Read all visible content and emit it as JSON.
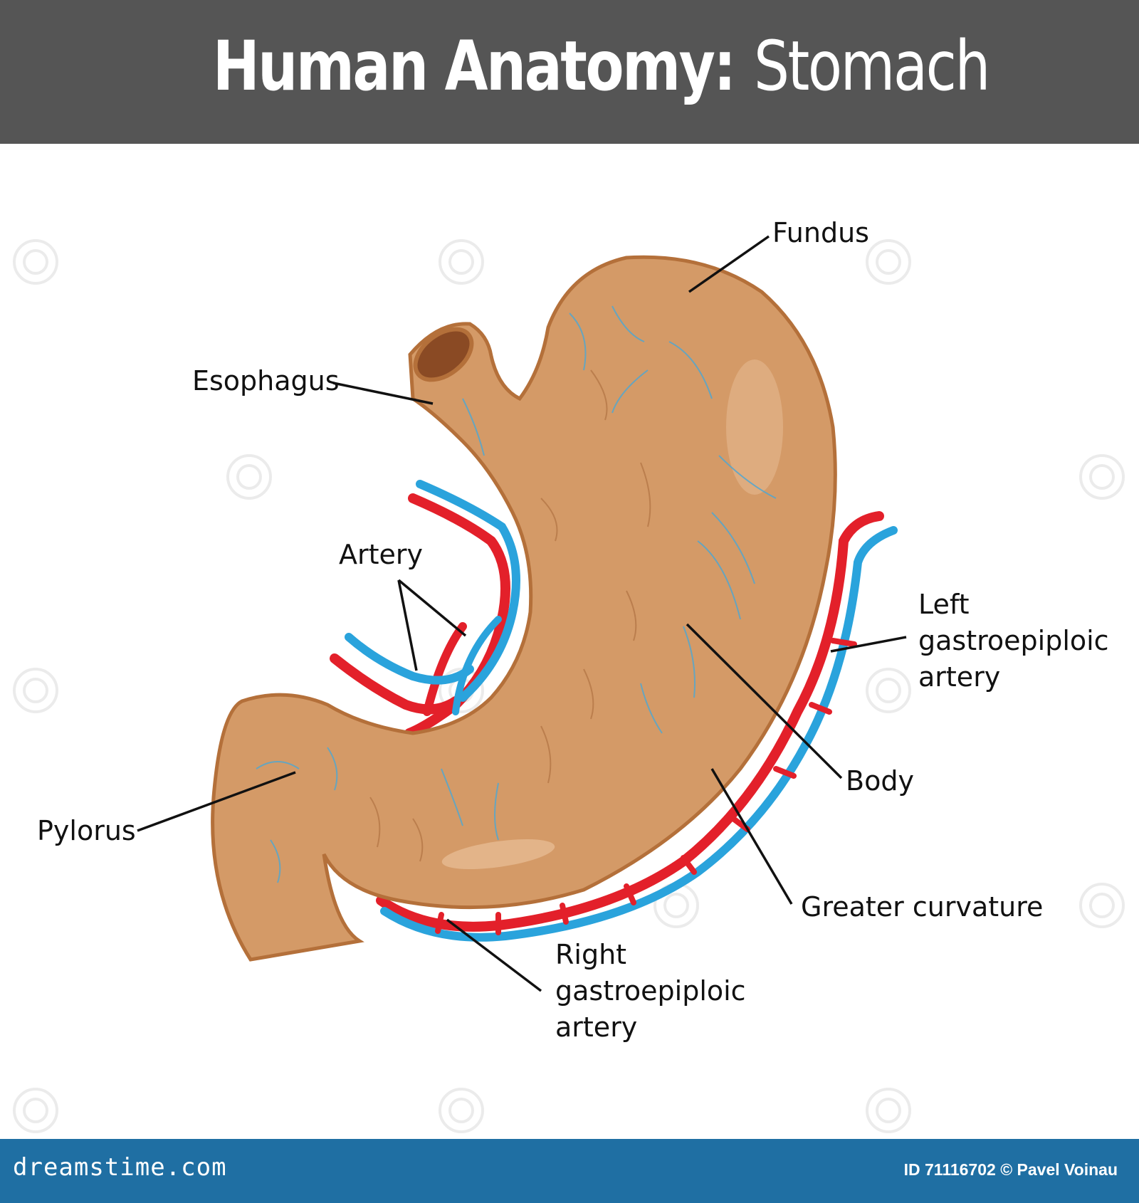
{
  "header": {
    "title_bold": "Human Anatomy:",
    "title_light": "Stomach",
    "background": "#555555"
  },
  "labels": {
    "fundus": "Fundus",
    "esophagus": "Esophagus",
    "artery": "Artery",
    "left_gastroepiploic_line1": "Left",
    "left_gastroepiploic_line2": "gastroepiploic",
    "left_gastroepiploic_line3": "artery",
    "body": "Body",
    "pylorus": "Pylorus",
    "greater_curvature": "Greater curvature",
    "right_gastroepiploic_line1": "Right",
    "right_gastroepiploic_line2": "gastroepiploic",
    "right_gastroepiploic_line3": "artery"
  },
  "colors": {
    "stomach_fill": "#d49a67",
    "stomach_outline": "#b4703a",
    "artery_red": "#e3202a",
    "vein_blue": "#2aa3dc",
    "footer": "#1f6fa3"
  },
  "footer": {
    "brand": "dreamstime.com",
    "id_text": "ID 71116702 © Pavel Voinau"
  }
}
